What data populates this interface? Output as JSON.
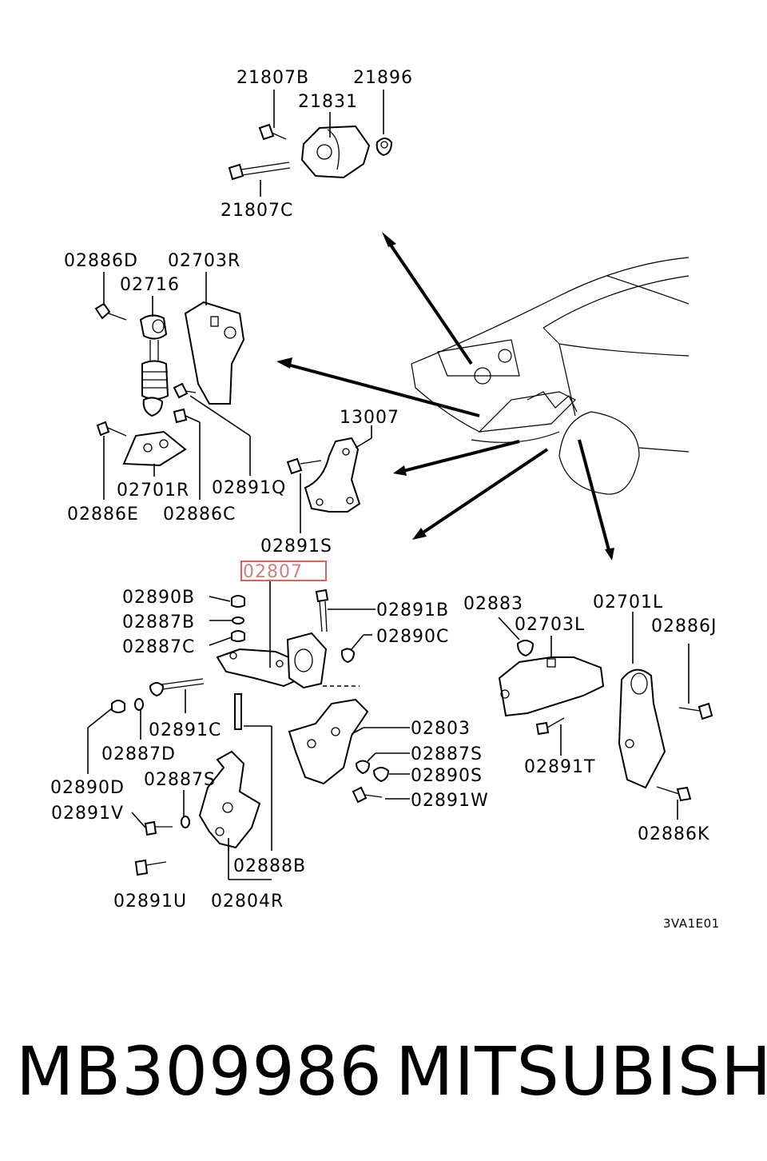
{
  "labels": {
    "p21807B": "21807B",
    "p21896": "21896",
    "p21831": "21831",
    "p21807C": "21807C",
    "p02886D": "02886D",
    "p02703R": "02703R",
    "p02716": "02716",
    "p13007": "13007",
    "p02701R": "02701R",
    "p02891Q": "02891Q",
    "p02886E": "02886E",
    "p02886C": "02886C",
    "p02891S": "02891S",
    "p02807": "02807",
    "p02890B": "02890B",
    "p02887B": "02887B",
    "p02887C": "02887C",
    "p02891B": "02891B",
    "p02890C": "02890C",
    "p02883": "02883",
    "p02701L": "02701L",
    "p02703L": "02703L",
    "p02886J": "02886J",
    "p02891C": "02891C",
    "p02887D": "02887D",
    "p02890D": "02890D",
    "p02803": "02803",
    "p02887S_right": "02887S",
    "p02890S": "02890S",
    "p02887S_left": "02887S",
    "p02891W": "02891W",
    "p02891V": "02891V",
    "p02891T": "02891T",
    "p02886K": "02886K",
    "p02888B": "02888B",
    "p02891U": "02891U",
    "p02804R": "02804R",
    "diagram_code": "3VA1E01"
  },
  "highlight_color": "#e06060",
  "footer": {
    "part_number": "MB309986",
    "brand": "MITSUBISHI"
  }
}
